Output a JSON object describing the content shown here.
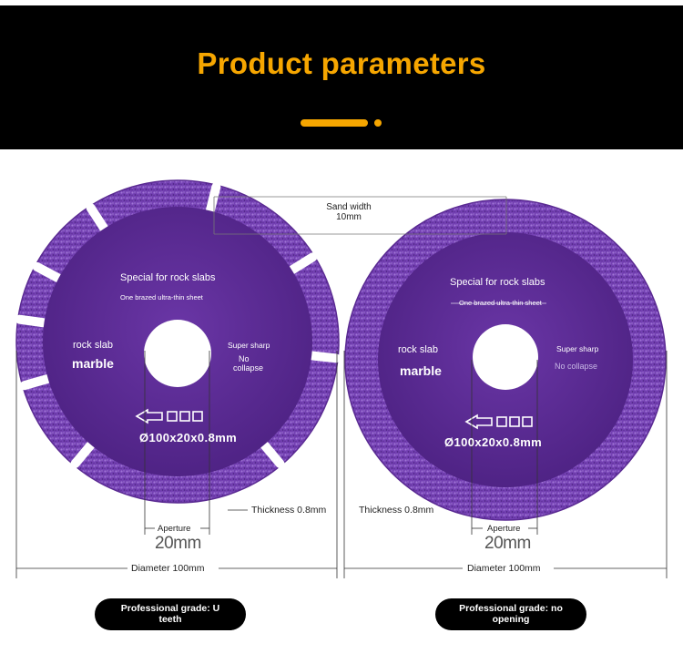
{
  "header": {
    "title": "Product parameters"
  },
  "colors": {
    "accent": "#f6a600",
    "disc_purple": "#5b2b93",
    "disc_rim": "#6a35a8",
    "header_bg": "#000000"
  },
  "sand_width": {
    "label": "Sand width",
    "value": "10mm"
  },
  "left_disc": {
    "title": "Special for rock slabs",
    "subtitle": "One brazed ultra-thin sheet",
    "rock_slab": "rock slab",
    "marble": "marble",
    "super_sharp": "Super sharp",
    "no": "No",
    "collapse": "collapse",
    "model": "Ø100x20x0.8mm",
    "thickness": "Thickness 0.8mm",
    "aperture": "Aperture",
    "bore": "20mm",
    "diameter": "Diameter 100mm",
    "badge": [
      "Professional grade: U",
      "teeth"
    ]
  },
  "right_disc": {
    "title": "Special for rock slabs",
    "subtitle": "One brazed ultra-thin sheet",
    "rock_slab": "rock slab",
    "marble": "marble",
    "super_sharp": "Super sharp",
    "no_collapse": "No collapse",
    "model": "Ø100x20x0.8mm",
    "thickness": "Thickness 0.8mm",
    "aperture": "Aperture",
    "bore": "20mm",
    "diameter": "Diameter 100mm",
    "badge": [
      "Professional grade: no",
      "opening"
    ]
  }
}
